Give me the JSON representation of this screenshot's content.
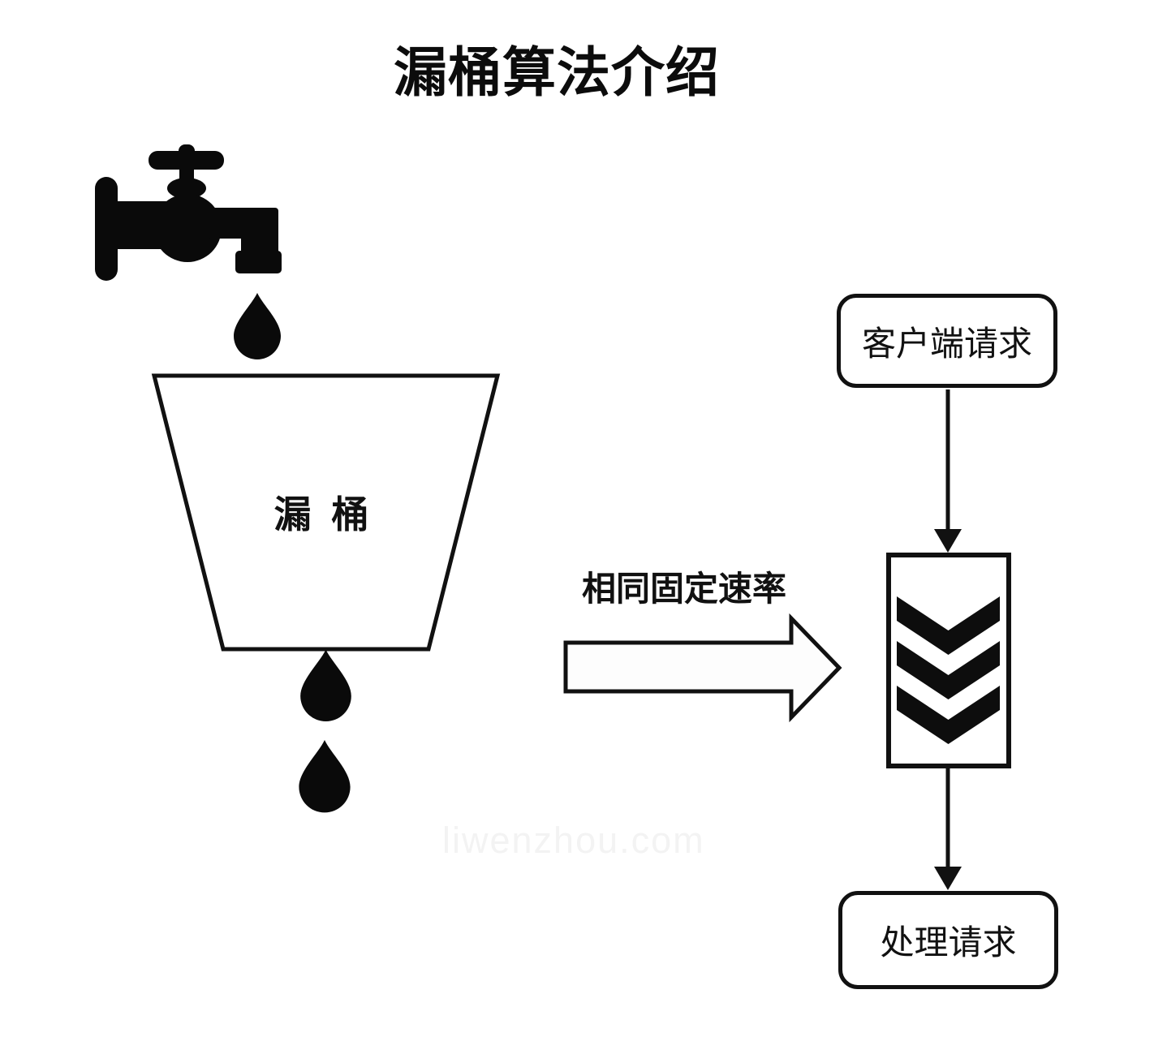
{
  "title": "漏桶算法介绍",
  "bucket": {
    "label": "漏 桶"
  },
  "rate_arrow": {
    "label": "相同固定速率"
  },
  "flowchart": {
    "client_request_label": "客户端请求",
    "process_request_label": "处理请求"
  },
  "watermark": "liwenzhou.com",
  "icons": {
    "faucet": "faucet-icon",
    "water_drop": "water-drop-icon",
    "queue": "chevrons-down-icon",
    "rate_arrow": "arrow-right-outline-icon",
    "flow_connector": "arrow-down-icon"
  },
  "colors": {
    "ink": "#111111",
    "background": "#ffffff",
    "rate_arrow_fill": "#fdfdfd",
    "watermark": "#f3f3f3"
  }
}
